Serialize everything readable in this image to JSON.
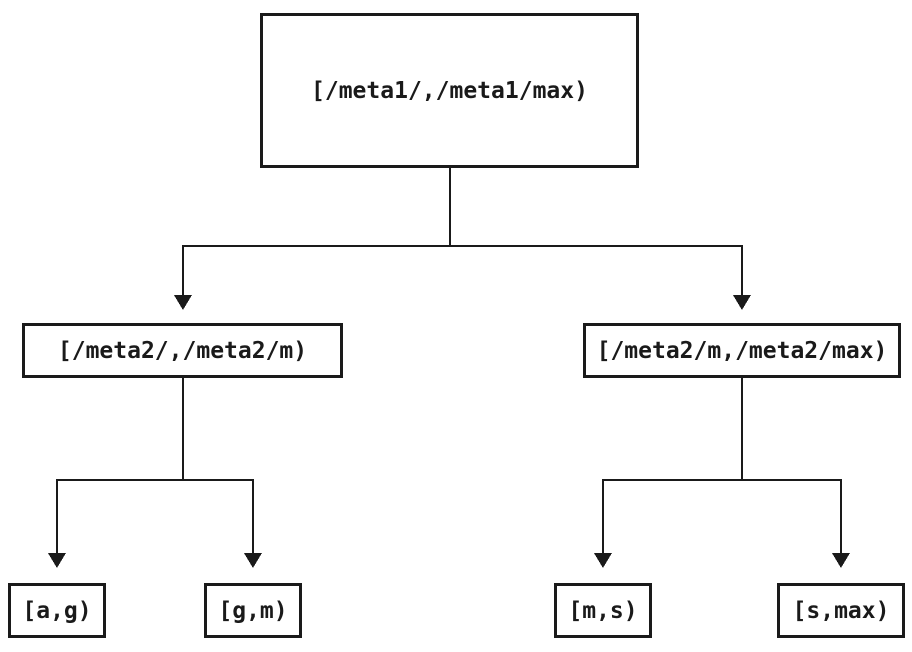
{
  "diagram": {
    "type": "tree",
    "background": "#ffffff",
    "line_color": "#1a1a1a",
    "root": {
      "label": "[/meta1/,/meta1/max)"
    },
    "children": [
      {
        "label": "[/meta2/,/meta2/m)"
      },
      {
        "label": "[/meta2/m,/meta2/max)"
      }
    ],
    "leaves": [
      {
        "label": "[a,g)"
      },
      {
        "label": "[g,m)"
      },
      {
        "label": "[m,s)"
      },
      {
        "label": "[s,max)"
      }
    ]
  }
}
